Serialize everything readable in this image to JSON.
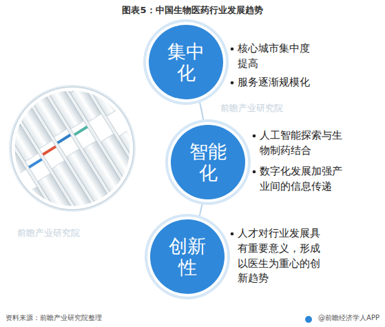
{
  "diagram": {
    "title": "图表5：中国生物医药行业发展趋势",
    "nodes": [
      {
        "text": [
          "集中化"
        ]
      },
      {
        "text": [
          "智能化"
        ]
      },
      {
        "text": [
          "创新性"
        ]
      }
    ],
    "labels": [
      "核心城市集中度 提高",
      "服务逐渐规模化",
      "人工智能探索与生 物制药结合",
      "数字化发展加强产 业间的信息传递",
      "人才对行业发展具 有重要意义，形成 以医生为重心的创 新趋势",
      "资料来源：前瞻产业研究院整理",
      "@前瞻经济学人APP",
      "前瞻产业研究院",
      "前瞻产业研究院"
    ]
  }
}
